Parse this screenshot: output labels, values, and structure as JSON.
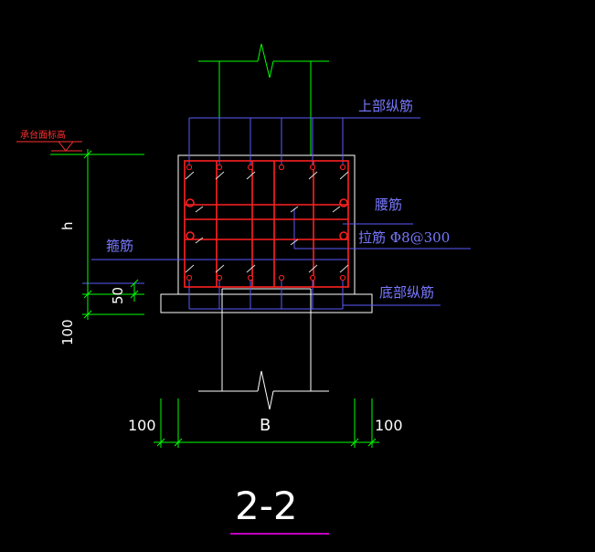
{
  "labels": {
    "top_longitudinal": "上部纵筋",
    "waist_bar": "腰筋",
    "tie_bar": "拉筋 Φ8@300",
    "stirrup": "箍筋",
    "bottom_longitudinal": "底部纵筋",
    "cap_elevation": "承台面标高"
  },
  "dimensions": {
    "height": "h",
    "cover_50": "50",
    "cushion_100": "100",
    "left_100": "100",
    "width_B": "B",
    "right_100": "100"
  },
  "section_title": "2-2",
  "colors": {
    "background": "#000000",
    "concrete": "#ffffff",
    "rebar": "#ff2020",
    "annotation": "#7070ff",
    "dimension": "#00ff00",
    "label_text": "#7878ff",
    "title_text": "#ffffff",
    "title_underline": "#ff00ff",
    "cap_symbol": "#ff3030"
  }
}
